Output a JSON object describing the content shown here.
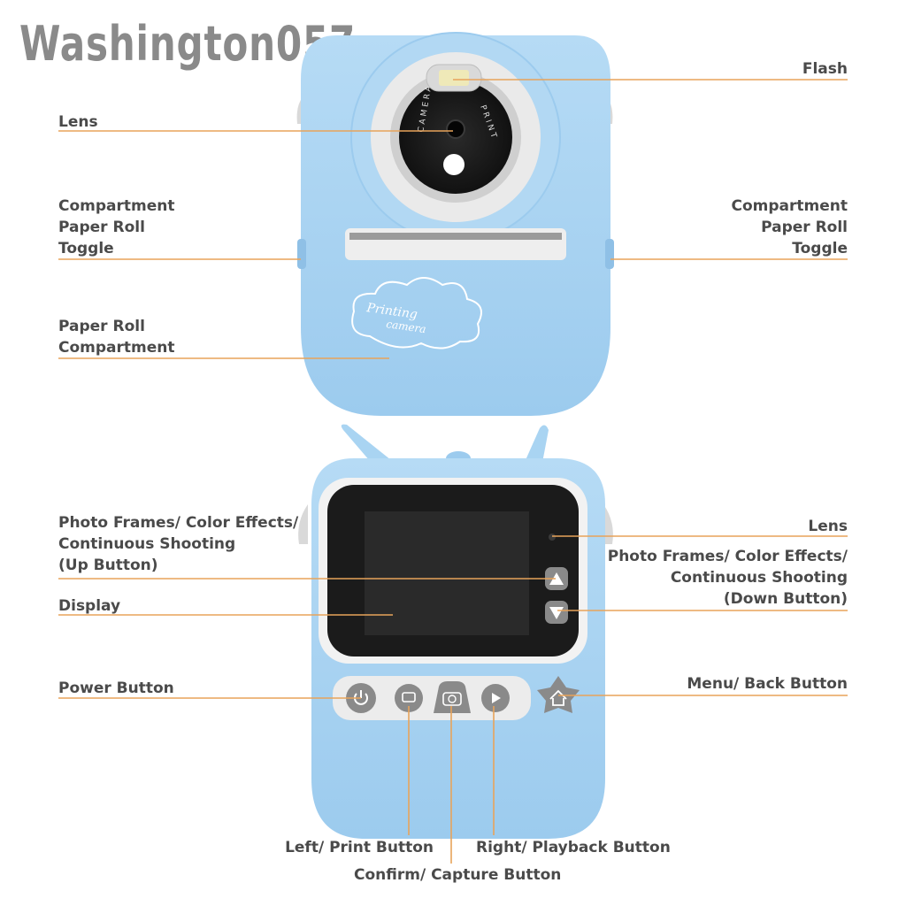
{
  "watermark": "Washington057",
  "colors": {
    "body": "#a9d4f2",
    "body_shade": "#8fc0e6",
    "leader": "#e8a35a",
    "label": "#4a4a4a",
    "screen": "#1b1b1b",
    "bezel": "#f2f2f2"
  },
  "front": {
    "badge_line1": "Printing",
    "badge_line2": "camera",
    "lens_text_left": "CAMERA",
    "lens_text_right": "PRINT"
  },
  "labels": {
    "flash": "Flash",
    "lens_front": "Lens",
    "toggle_left": "Compartment\nPaper Roll\nToggle",
    "toggle_right": "Compartment\nPaper Roll\nToggle",
    "paper_compartment": "Paper Roll\nCompartment",
    "up_button": "Photo Frames/ Color Effects/\nContinuous Shooting\n(Up Button)",
    "display": "Display",
    "lens_back": "Lens",
    "down_button": "Photo Frames/ Color Effects/\nContinuous Shooting\n(Down Button)",
    "power": "Power Button",
    "menu": "Menu/ Back Button",
    "left_print": "Left/ Print Button",
    "right_playback": "Right/ Playback Button",
    "confirm": "Confirm/ Capture Button"
  }
}
